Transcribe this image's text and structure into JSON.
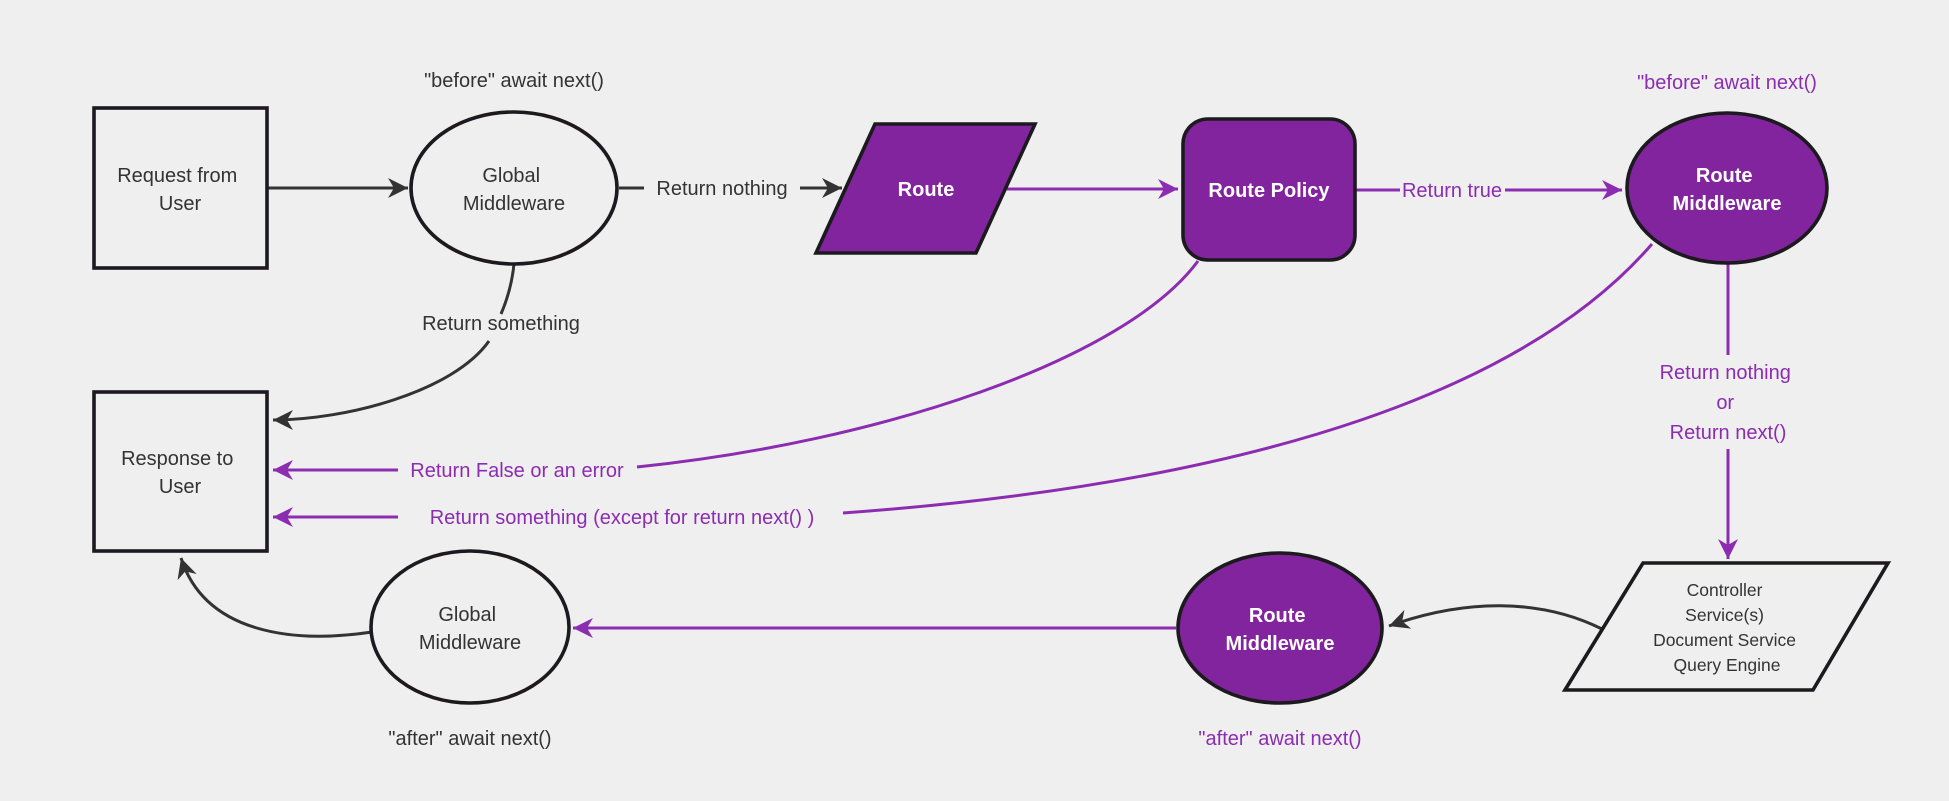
{
  "colors": {
    "background": "#efefef",
    "shape_fill": "#82249e",
    "shape_stroke": "#1c1a1e",
    "line_dark": "#333333",
    "line_purple": "#8c2cb1",
    "text_dark": "#333333",
    "text_light": "#ffffff"
  },
  "nodes": {
    "request": {
      "lines": [
        "Request from",
        "User"
      ]
    },
    "global_middleware_top": {
      "lines": [
        "Global",
        "Middleware"
      ]
    },
    "route": {
      "label": "Route"
    },
    "route_policy": {
      "label": "Route Policy"
    },
    "route_middleware_top": {
      "lines": [
        "Route",
        "Middleware"
      ]
    },
    "controller": {
      "lines": [
        "Controller",
        "Service(s)",
        "Document Service",
        "Query Engine"
      ]
    },
    "route_middleware_bottom": {
      "lines": [
        "Route",
        "Middleware"
      ]
    },
    "global_middleware_bottom": {
      "lines": [
        "Global",
        "Middleware"
      ]
    },
    "response": {
      "lines": [
        "Response to",
        "User"
      ]
    }
  },
  "edge_labels": {
    "before_await_next_top": "\"before\" await next()",
    "return_nothing": "Return nothing",
    "return_true": "Return true",
    "before_await_next_right": "\"before\" await next()",
    "return_nothing_or": {
      "lines": [
        "Return nothing",
        "or",
        "Return next()"
      ]
    },
    "return_something": "Return something",
    "return_false_or_error": "Return False or an error",
    "return_something_except": "Return something (except for return next() )",
    "after_await_next_bottom_right": "\"after\" await next()",
    "after_await_next_bottom_left": "\"after\" await next()"
  }
}
